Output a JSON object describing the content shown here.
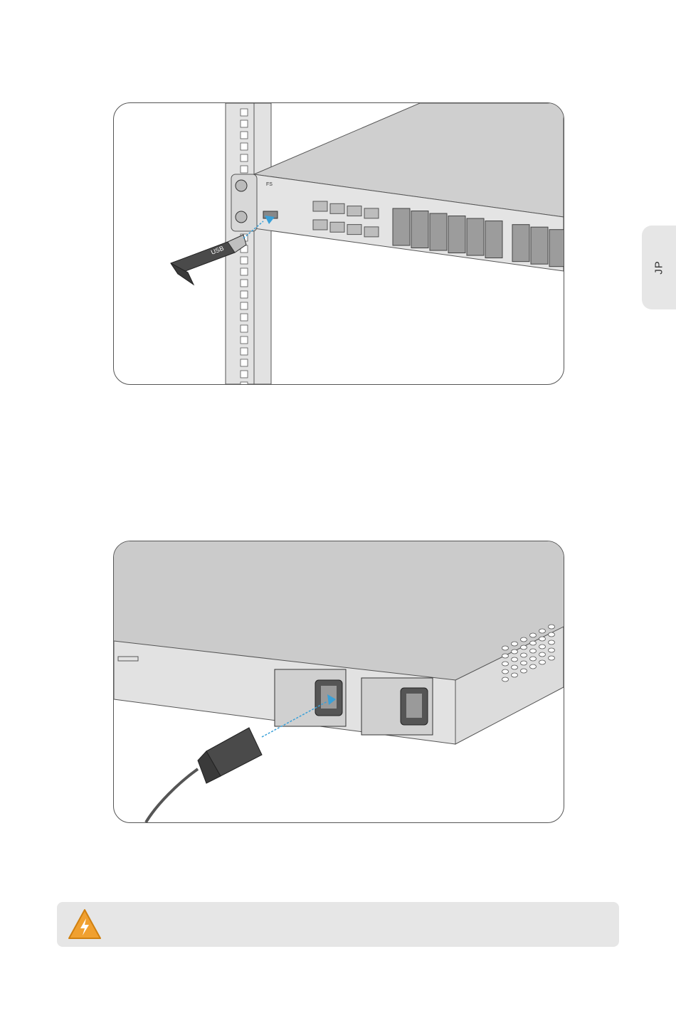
{
  "side_tab": {
    "label": "JP"
  },
  "figure1": {
    "brand_text": "FS",
    "usb_text": "USB"
  },
  "warning": {
    "icon": "high-voltage-warning-icon",
    "icon_color": "#f0a030"
  },
  "colors": {
    "accent_blue": "#3aa0d8",
    "chassis_gray": "#c9c9c9",
    "panel_gray": "#d6d6d6",
    "usb_dark": "#4a4a4a",
    "box_gray": "#e6e6e6"
  }
}
